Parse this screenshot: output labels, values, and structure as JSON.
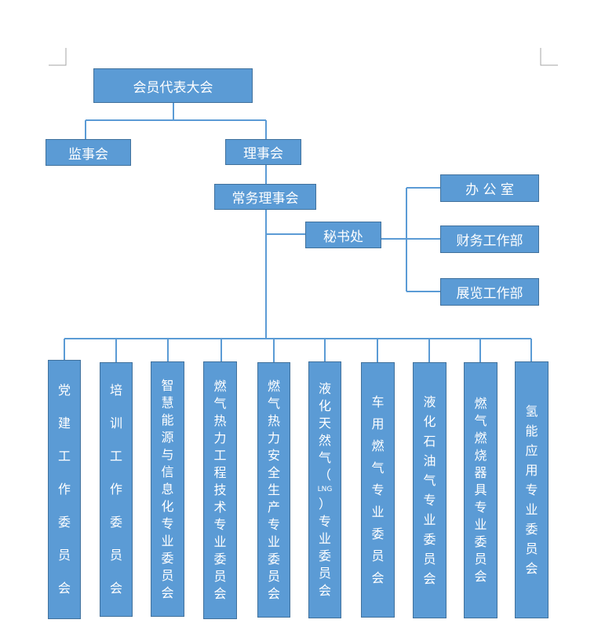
{
  "colors": {
    "box_fill": "#5b9bd5",
    "box_border": "#41719c",
    "line": "#5b9bd5",
    "text": "#ffffff"
  },
  "assembly": "会员代表大会",
  "supervisors": "监事会",
  "council": "理事会",
  "standing_council": "常务理事会",
  "secretariat": "秘书处",
  "offices": [
    "办 公 室",
    "财务工作部",
    "展览工作部"
  ],
  "committees": [
    "党建工作委员会",
    "培训工作委员会",
    "智慧能源与信息化专业委员会",
    "燃气热力工程技术专业委员会",
    "燃气热力安全生产专业委员会",
    "液化天然气（LNG）专业委员会",
    "车用燃气专业委员会",
    "液化石油气专业委员会",
    "燃气燃烧器具专业委员会",
    "氢能应用专业委员会"
  ]
}
